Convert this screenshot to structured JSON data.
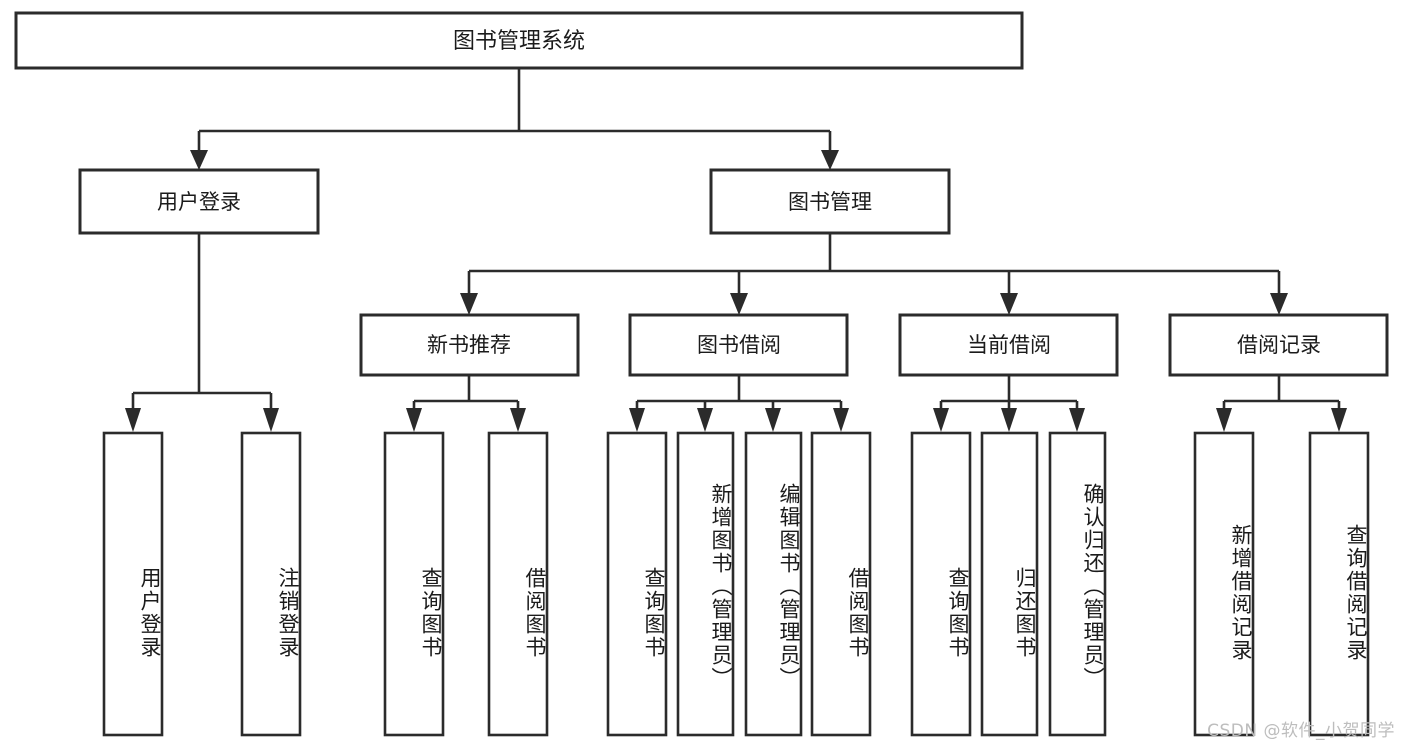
{
  "diagram": {
    "title": "图书管理系统",
    "watermark": "CSDN @软件_小贺同学",
    "colors": {
      "stroke": "#2b2b2b",
      "fill": "#ffffff",
      "text": "#1b1b1b",
      "watermark": "#bdbdbd",
      "background": "#ffffff"
    },
    "root": {
      "label": "图书管理系统"
    },
    "level2": [
      {
        "label": "用户登录"
      },
      {
        "label": "图书管理"
      }
    ],
    "level3": [
      {
        "label": "新书推荐"
      },
      {
        "label": "图书借阅"
      },
      {
        "label": "当前借阅"
      },
      {
        "label": "借阅记录"
      }
    ],
    "leaves": {
      "user_login": [
        {
          "label": "用户登录"
        },
        {
          "label": "注销登录"
        }
      ],
      "new_book_recommend": [
        {
          "label": "查询图书"
        },
        {
          "label": "借阅图书"
        }
      ],
      "book_borrow": [
        {
          "label": "查询图书"
        },
        {
          "label": "新增图书（管理员）"
        },
        {
          "label": "编辑图书（管理员）"
        },
        {
          "label": "借阅图书"
        }
      ],
      "current_borrow": [
        {
          "label": "查询图书"
        },
        {
          "label": "归还图书"
        },
        {
          "label": "确认归还（管理员）"
        }
      ],
      "borrow_record": [
        {
          "label": "新增借阅记录"
        },
        {
          "label": "查询借阅记录"
        }
      ]
    }
  }
}
